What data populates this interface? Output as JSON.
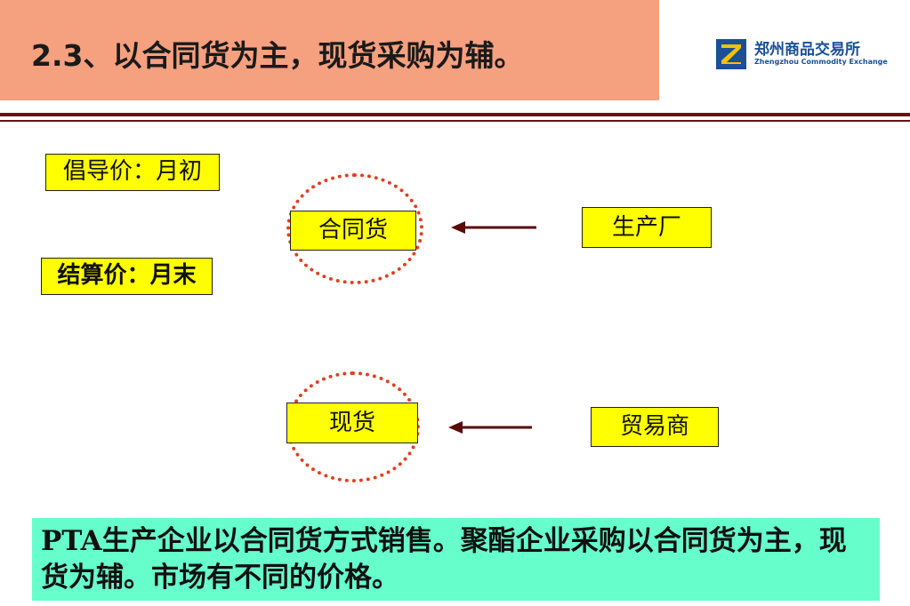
{
  "header": {
    "title": "2.3、以合同货为主，现货采购为辅。",
    "logo_cn": "郑州商品交易所",
    "logo_en": "Zhengzhou Commodity Exchange"
  },
  "labels": {
    "guide_price": "倡导价：月初",
    "settle_price": "结算价：月末",
    "contract_goods": "合同货",
    "producer": "生产厂",
    "spot_goods": "现货",
    "trader": "贸易商"
  },
  "summary": {
    "text": "PTA生产企业以合同货方式销售。聚酯企业采购以合同货为主，现货为辅。市场有不同的价格。"
  },
  "colors": {
    "title_band": "#f5a07f",
    "box_fill": "#ffff00",
    "circle": "#e04020",
    "arrow": "#5a0a0a",
    "summary_fill": "#66ffcc",
    "rule": "#6b0f12"
  }
}
